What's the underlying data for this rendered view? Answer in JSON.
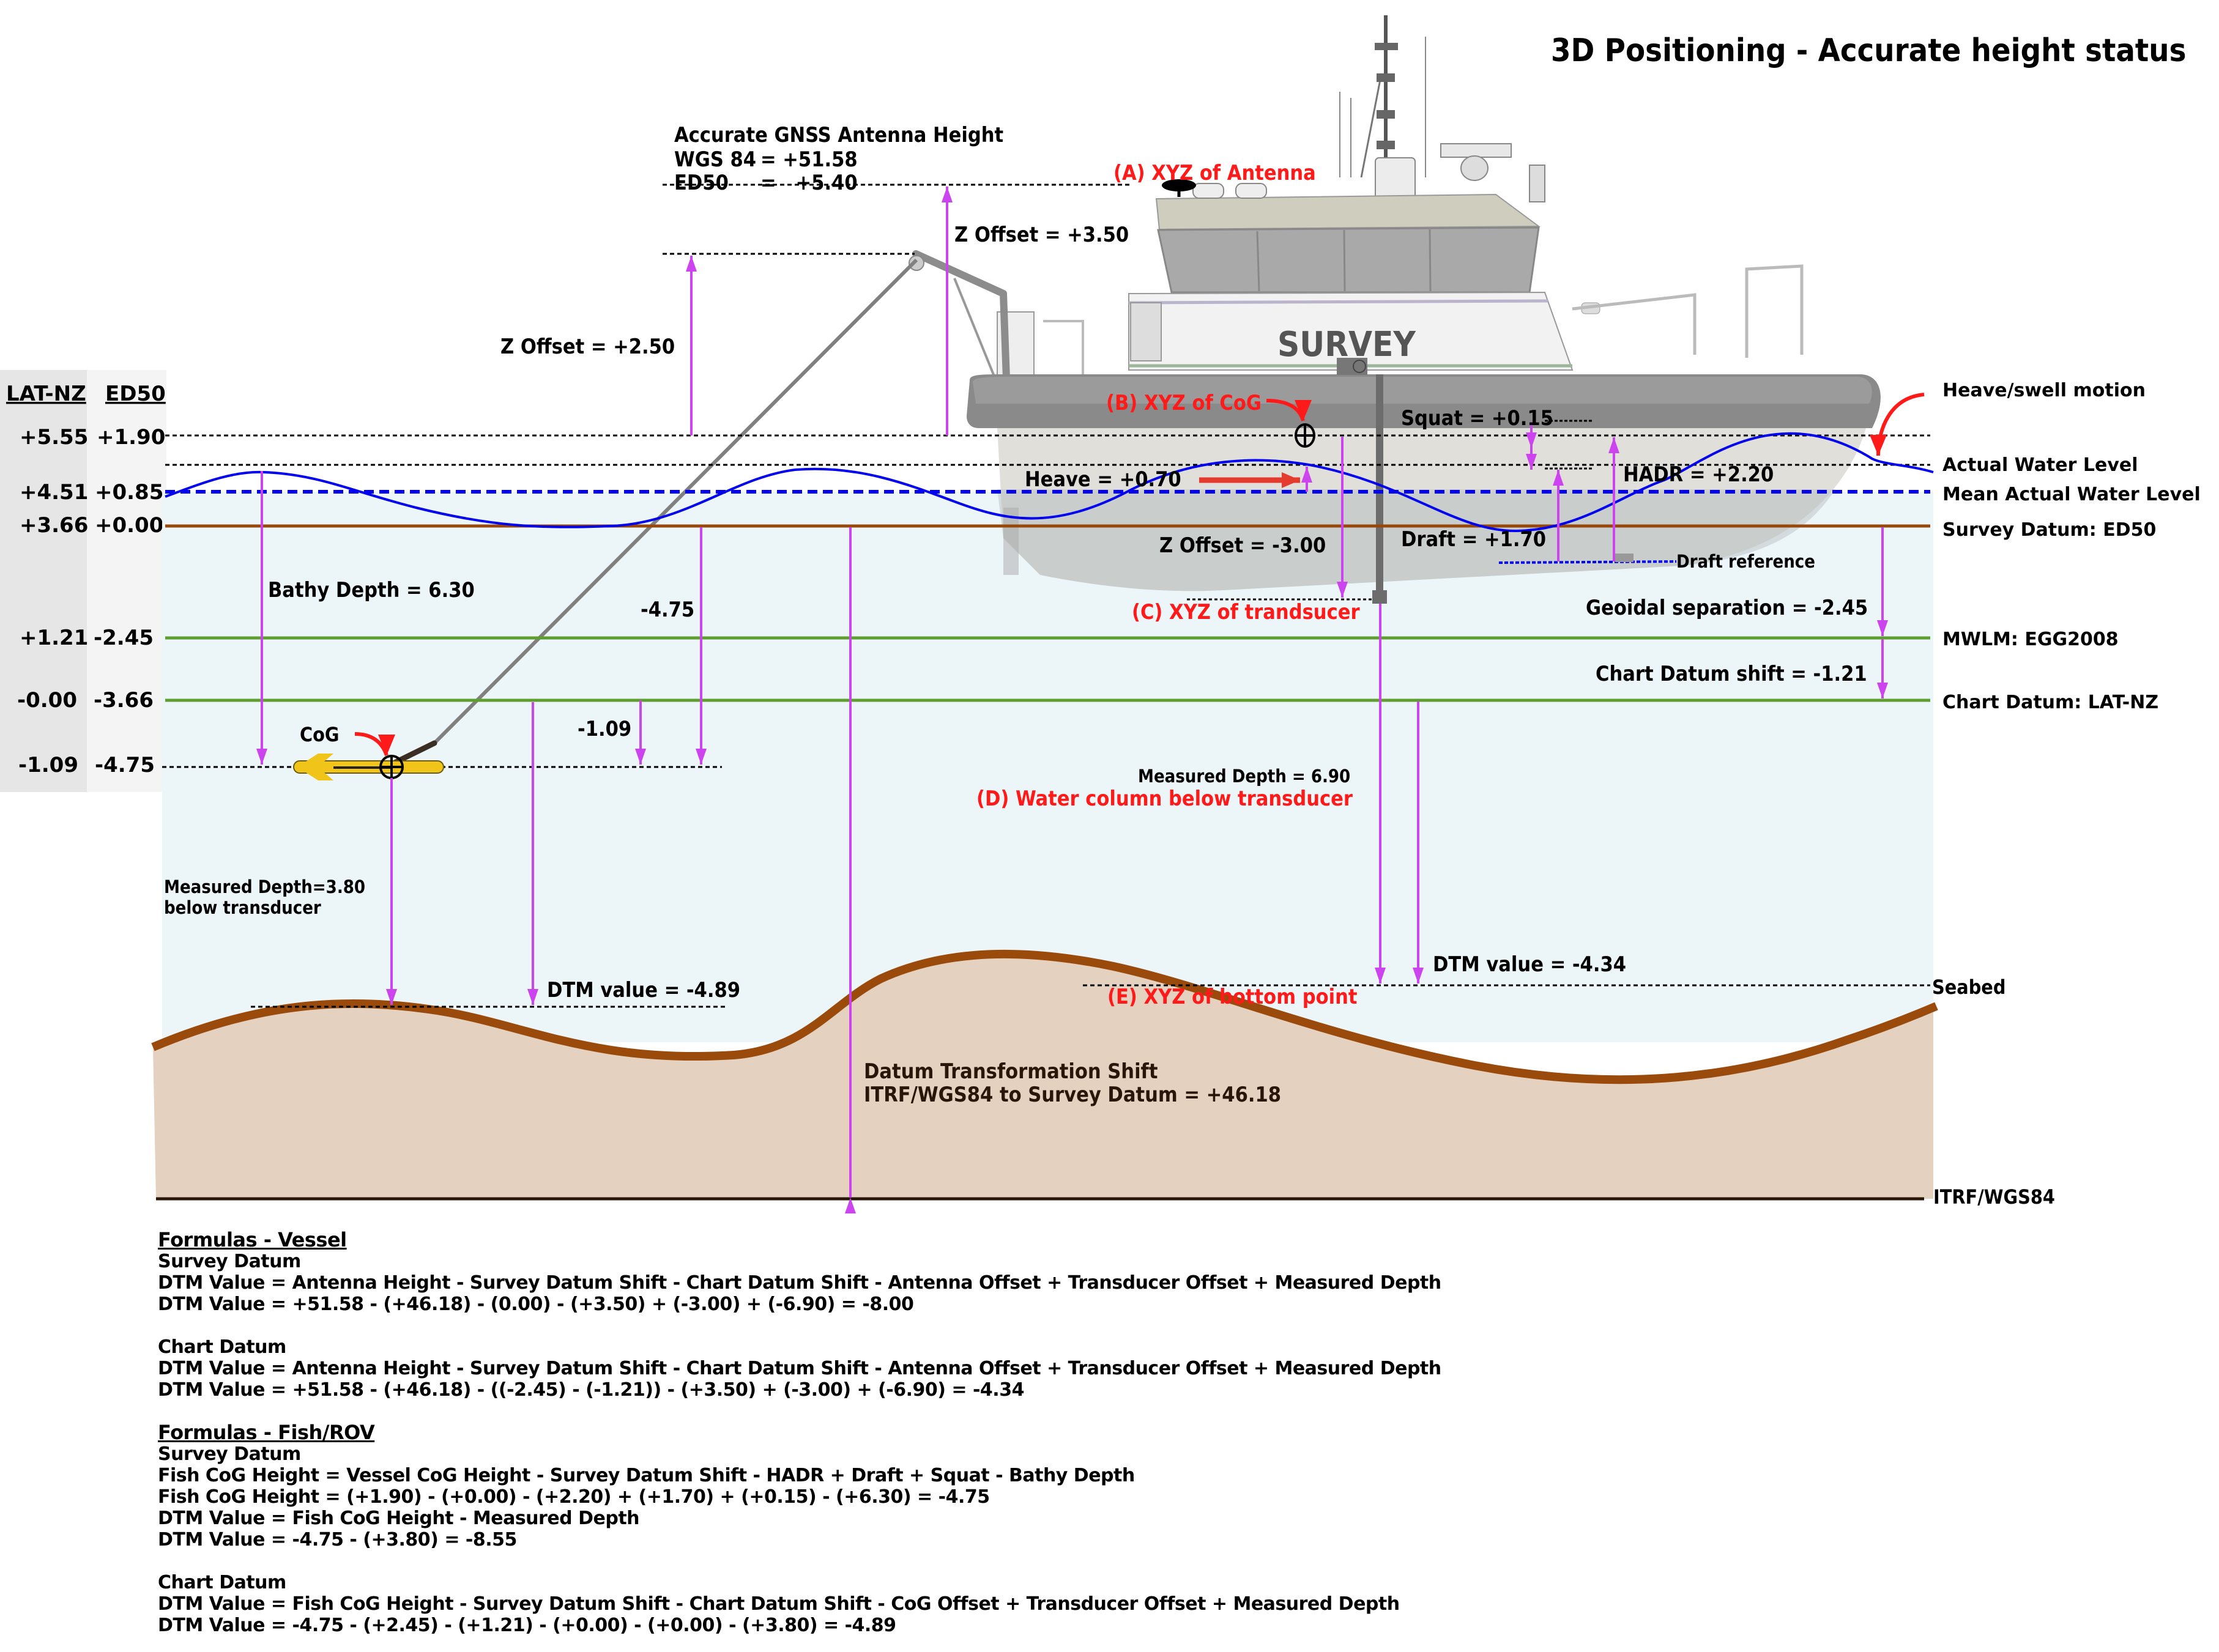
{
  "title": "3D Positioning - Accurate height status",
  "datum_table": {
    "headers": [
      "LAT-NZ",
      "ED50"
    ],
    "rows": [
      {
        "lat_nz": "+5.55",
        "ed50": "+1.90"
      },
      {
        "lat_nz": "+4.51",
        "ed50": "+0.85"
      },
      {
        "lat_nz": "+3.66",
        "ed50": "+0.00"
      },
      {
        "lat_nz": "+1.21",
        "ed50": "-2.45"
      },
      {
        "lat_nz": "-0.00",
        "ed50": "-3.66"
      },
      {
        "lat_nz": "-1.09",
        "ed50": "-4.75"
      }
    ]
  },
  "antenna": {
    "heading": "Accurate GNSS Antenna Height",
    "wgs84_label": "WGS 84",
    "wgs84_value": "= +51.58",
    "ed50_label": "ED50",
    "ed50_value": "=   +5.40",
    "point_label": "(A) XYZ of Antenna"
  },
  "vessel": {
    "hull_text": "SURVEY",
    "z_offset_antenna": "Z Offset = +3.50",
    "z_offset_boom": "Z Offset = +2.50",
    "cog_label": "(B) XYZ of CoG",
    "squat": "Squat = +0.15",
    "heave": "Heave = +0.70",
    "hadr": "HADR = +2.20",
    "z_offset_transducer": "Z Offset = -3.00",
    "draft": "Draft = +1.70",
    "draft_reference": "Draft reference",
    "transducer_label": "(C) XYZ of trandsucer"
  },
  "levels": {
    "heave_swell": "Heave/swell motion",
    "actual_water_level": "Actual Water Level",
    "mean_actual_water_level": "Mean Actual Water Level",
    "survey_datum": "Survey Datum: ED50",
    "mwlm": "MWLM: EGG2008",
    "chart_datum": "Chart Datum: LAT-NZ",
    "seabed": "Seabed",
    "itrf": "ITRF/WGS84",
    "geoidal_separation": "Geoidal separation = -2.45",
    "chart_datum_shift": "Chart Datum shift = -1.21"
  },
  "fish": {
    "bathy_depth": "Bathy Depth = 6.30",
    "fish_height": "-4.75",
    "fish_cd_height": "-1.09",
    "cog": "CoG",
    "measured_depth_line1": "Measured Depth=3.80",
    "measured_depth_line2": "below transducer",
    "dtm_value": "DTM value = -4.89"
  },
  "water_column": {
    "measured_depth": "Measured Depth = 6.90",
    "label": "(D) Water column below transducer",
    "dtm_value": "DTM value = -4.34",
    "bottom_point": "(E) XYZ of bottom point"
  },
  "datum_shift": {
    "line1": "Datum Transformation Shift",
    "line2": "ITRF/WGS84 to Survey Datum = +46.18"
  },
  "formulas": {
    "vessel_heading": "Formulas - Vessel",
    "vessel_survey_heading": "Survey Datum",
    "vessel_survey_formula": "DTM Value = Antenna Height - Survey Datum Shift - Chart Datum Shift - Antenna Offset + Transducer Offset + Measured Depth",
    "vessel_survey_calc": "DTM Value = +51.58 - (+46.18) - (0.00) - (+3.50) + (-3.00) + (-6.90) = -8.00",
    "vessel_chart_heading": "Chart Datum",
    "vessel_chart_formula": "DTM Value = Antenna Height - Survey Datum Shift - Chart Datum Shift - Antenna Offset + Transducer Offset + Measured Depth",
    "vessel_chart_calc": "DTM Value = +51.58 - (+46.18) - ((-2.45) - (-1.21)) - (+3.50) + (-3.00) + (-6.90) = -4.34",
    "fish_heading": "Formulas - Fish/ROV",
    "fish_survey_heading": "Survey Datum",
    "fish_survey_formula1": "Fish CoG Height = Vessel CoG Height - Survey Datum Shift - HADR + Draft + Squat - Bathy Depth",
    "fish_survey_calc1": "Fish CoG Height = (+1.90) - (+0.00) - (+2.20) + (+1.70) + (+0.15) - (+6.30) = -4.75",
    "fish_survey_formula2": "DTM Value = Fish CoG Height - Measured Depth",
    "fish_survey_calc2": "DTM Value = -4.75 - (+3.80) = -8.55",
    "fish_chart_heading": "Chart Datum",
    "fish_chart_formula": "DTM Value = Fish CoG Height - Survey Datum Shift - Chart Datum Shift - CoG Offset + Transducer Offset + Measured Depth",
    "fish_chart_calc": "DTM Value = -4.75 - (+2.45) - (+1.21) - (+0.00) - (+0.00) - (+3.80) = -4.89"
  },
  "colors": {
    "arrow": "#cc44ee",
    "annotation_red": "#ff1a1a",
    "wave": "#0000ee",
    "survey_datum_line": "#99480c",
    "green_datum_line": "#5e9e2e",
    "seabed_line": "#9a4a0a",
    "sediment": "#e4d1c0",
    "water": "#ecf5f8"
  }
}
